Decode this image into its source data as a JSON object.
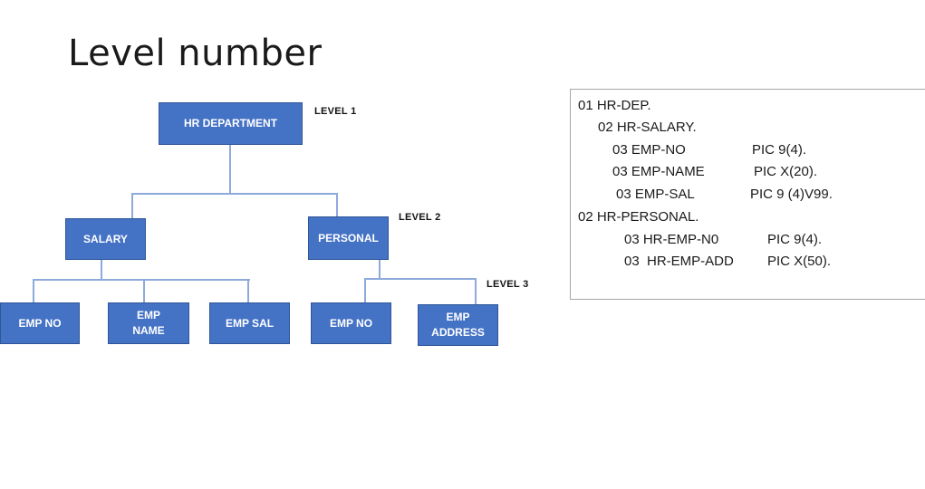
{
  "title": "Level number",
  "levels": {
    "level1": "LEVEL 1",
    "level2": "LEVEL 2",
    "level3": "LEVEL 3"
  },
  "nodes": {
    "hr_department": "HR  DEPARTMENT",
    "salary": "SALARY",
    "personal": "PERSONAL",
    "emp_no_1": "EMP NO",
    "emp_name": "EMP\nNAME",
    "emp_sal": "EMP SAL",
    "emp_no_2": "EMP NO",
    "emp_address": "EMP\nADDRESS"
  },
  "code": [
    {
      "name": "01 HR-DEP.",
      "pic": ""
    },
    {
      "name": "02 HR-SALARY.",
      "pic": ""
    },
    {
      "name": "03 EMP-NO",
      "pic": "PIC 9(4)."
    },
    {
      "name": "03 EMP-NAME",
      "pic": "PIC X(20)."
    },
    {
      "name": "03 EMP-SAL",
      "pic": "PIC 9 (4)V99."
    },
    {
      "name": "02 HR-PERSONAL.",
      "pic": ""
    },
    {
      "name": "03 HR-EMP-N0",
      "pic": "PIC 9(4)."
    },
    {
      "name": "03  HR-EMP-ADD",
      "pic": "PIC X(50)."
    }
  ],
  "colors": {
    "box_fill": "#4472c4",
    "connector": "#8eaadb",
    "panel_border": "#a6a6a6"
  }
}
